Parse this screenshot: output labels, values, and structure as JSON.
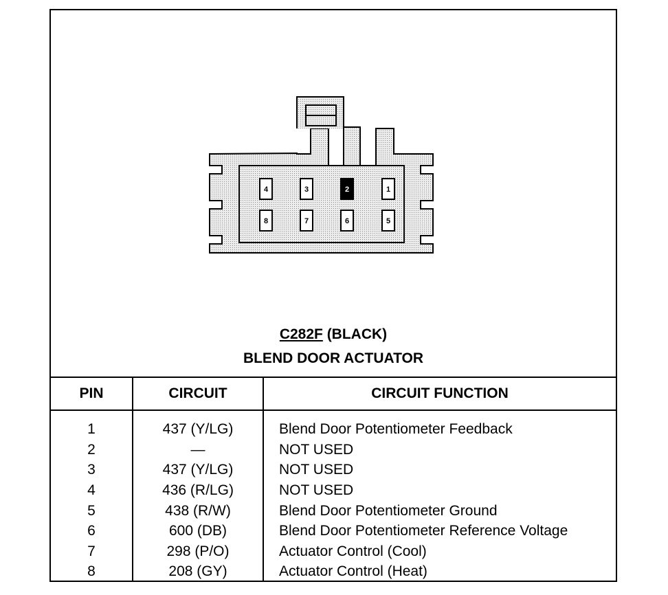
{
  "connector": {
    "id": "C282F",
    "color": "(BLACK)",
    "name": "BLEND DOOR ACTUATOR",
    "pins_top_row": [
      "4",
      "3",
      "2",
      "1"
    ],
    "pins_bottom_row": [
      "8",
      "7",
      "6",
      "5"
    ],
    "highlighted_pin": "2"
  },
  "table": {
    "headers": {
      "pin": "PIN",
      "circuit": "CIRCUIT",
      "function": "CIRCUIT FUNCTION"
    },
    "rows": [
      {
        "pin": "1",
        "circuit": "437 (Y/LG)",
        "function": "Blend Door Potentiometer Feedback"
      },
      {
        "pin": "2",
        "circuit": "—",
        "function": "NOT USED"
      },
      {
        "pin": "3",
        "circuit": "437 (Y/LG)",
        "function": "NOT USED"
      },
      {
        "pin": "4",
        "circuit": "436 (R/LG)",
        "function": "NOT USED"
      },
      {
        "pin": "5",
        "circuit": "438 (R/W)",
        "function": "Blend Door Potentiometer Ground"
      },
      {
        "pin": "6",
        "circuit": "600 (DB)",
        "function": "Blend Door Potentiometer Reference Voltage"
      },
      {
        "pin": "7",
        "circuit": "298 (P/O)",
        "function": "Actuator Control (Cool)"
      },
      {
        "pin": "8",
        "circuit": "208 (GY)",
        "function": "Actuator Control (Heat)"
      }
    ]
  }
}
